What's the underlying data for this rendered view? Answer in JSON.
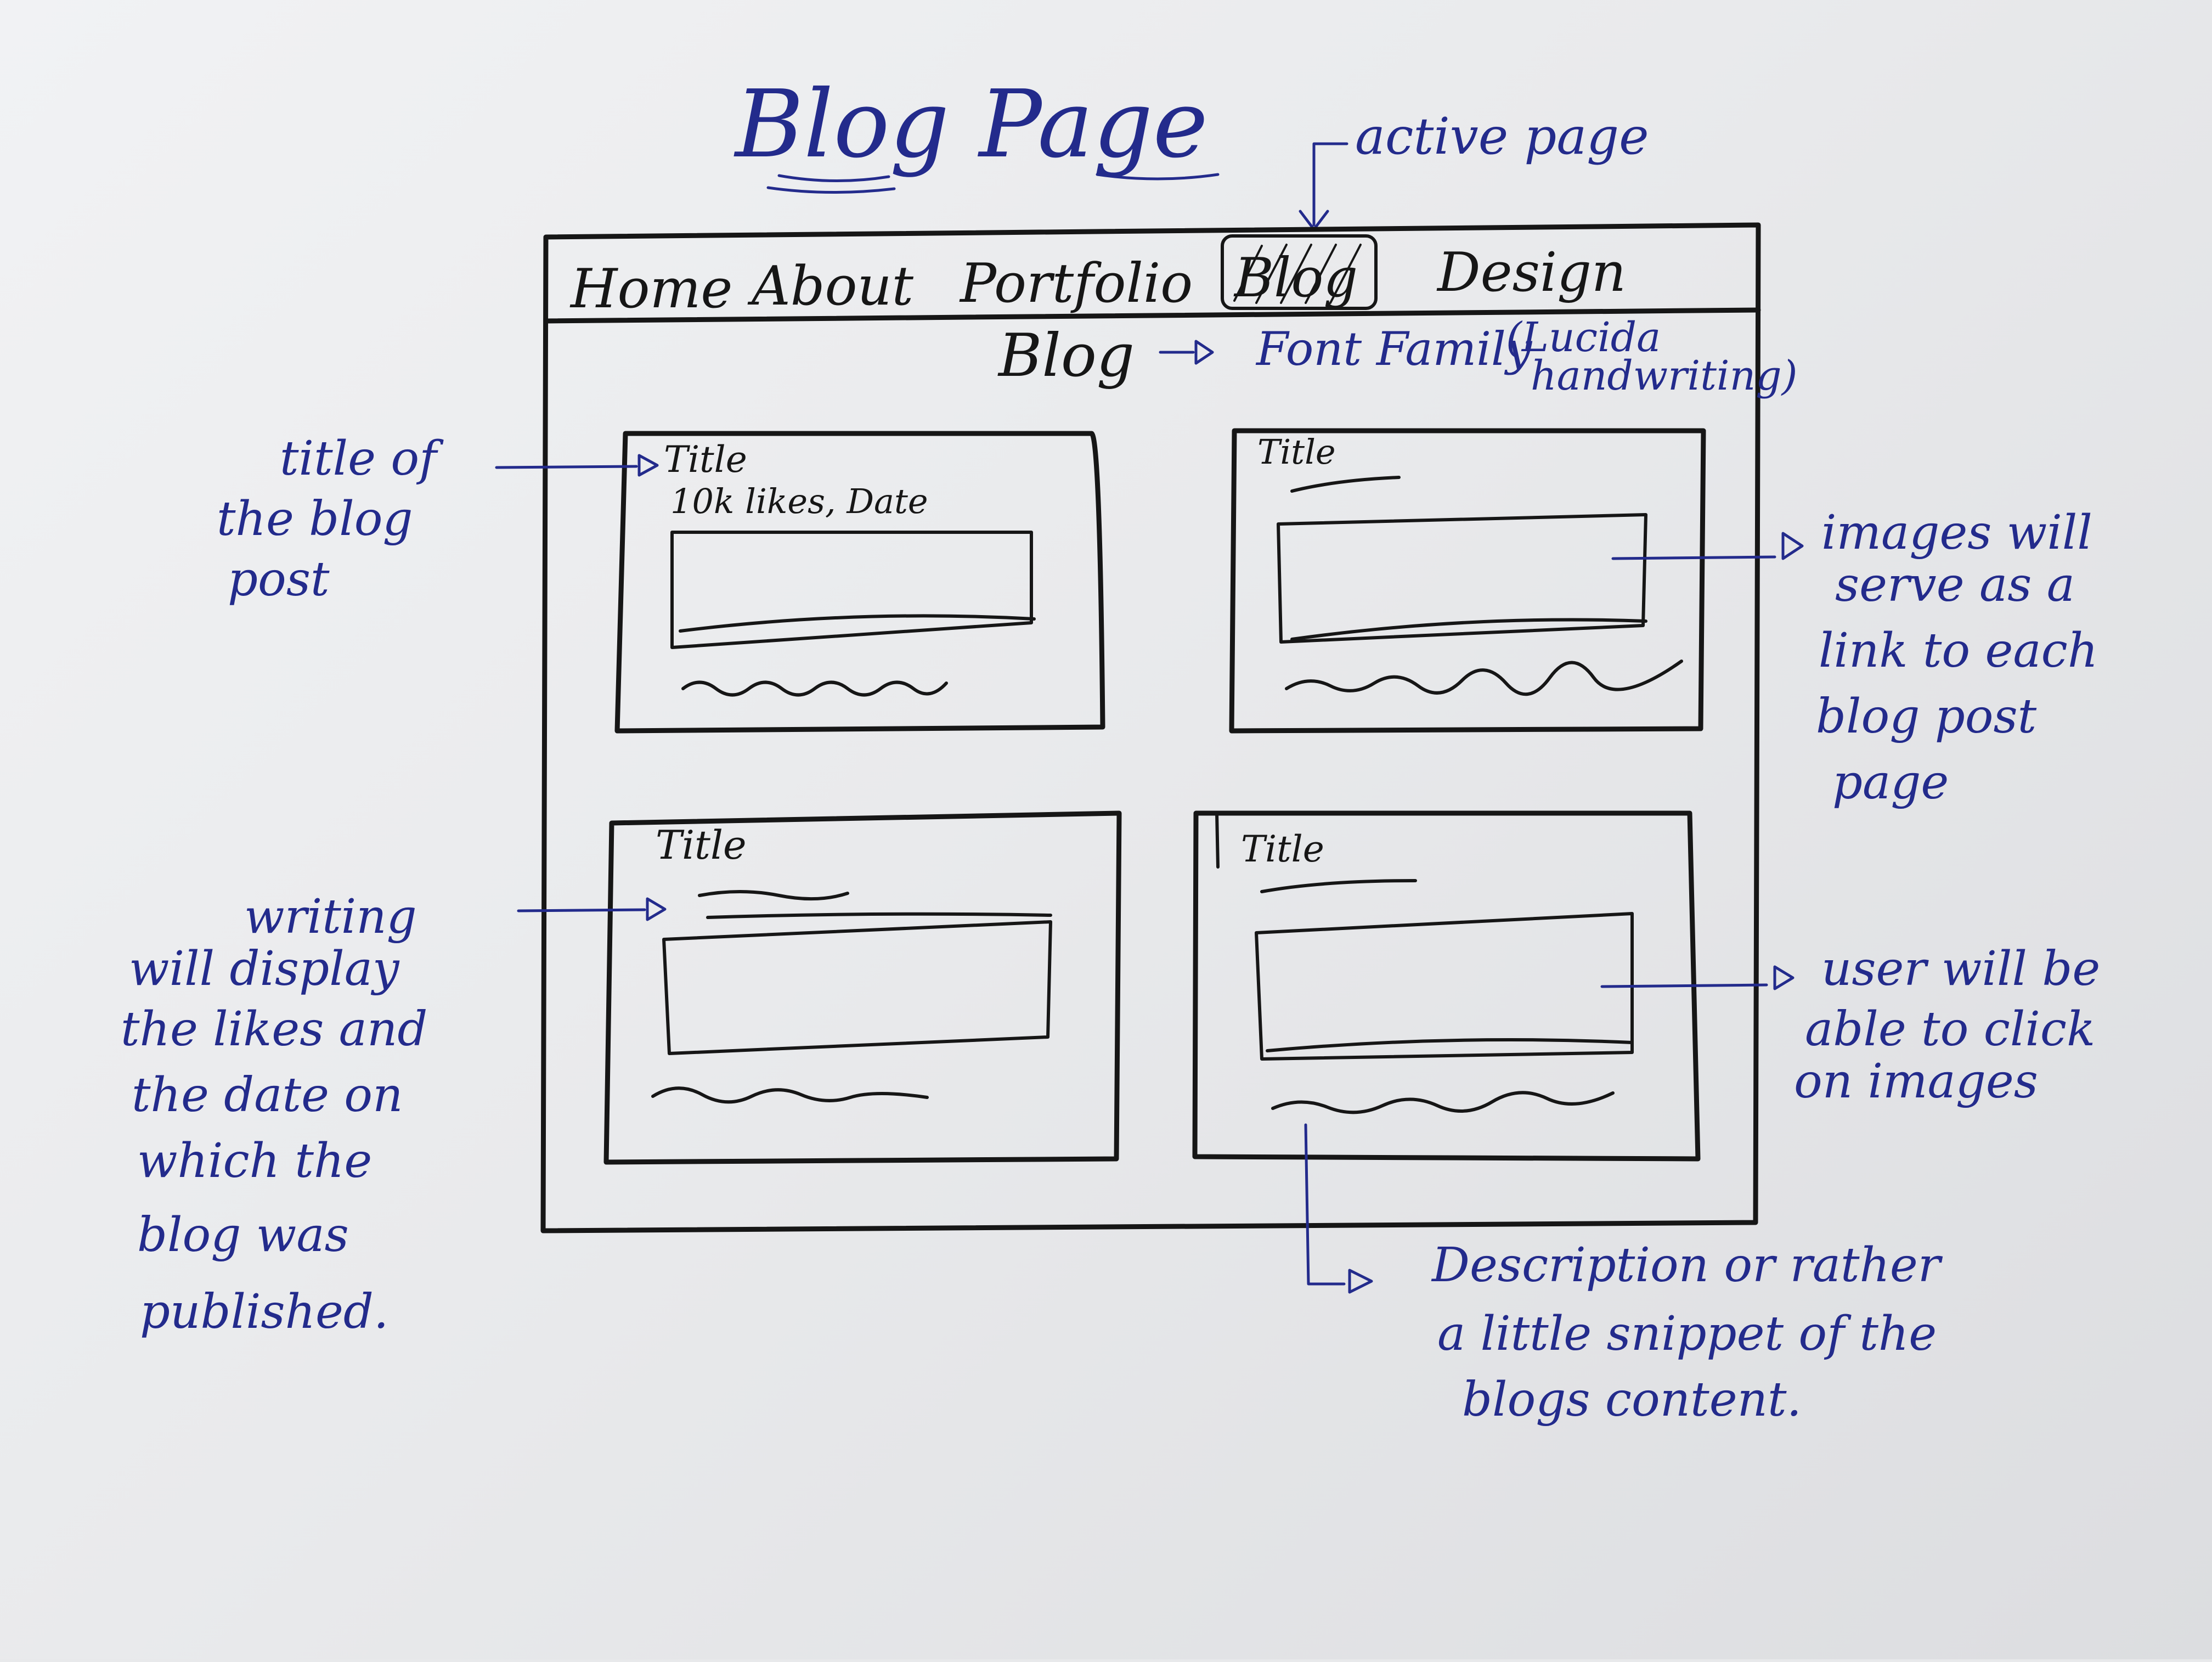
{
  "page_title": "Blog Page",
  "nav": {
    "items": [
      "Home",
      "About",
      "Portfolio",
      "Blog",
      "Design"
    ],
    "active_index": 3
  },
  "heading_note": {
    "blog": "Blog",
    "font_family": "Font Family",
    "font_name_line1": "(Lucida",
    "font_name_line2": "handwriting)"
  },
  "cards": [
    {
      "title": "Title",
      "meta": "10k likes, Date"
    },
    {
      "title": "Title"
    },
    {
      "title": "Title"
    },
    {
      "title": "Title"
    }
  ],
  "annotations": {
    "active_page": "active page",
    "title_of_post": [
      "title of",
      "the blog",
      "post"
    ],
    "images_link": [
      "images will",
      "serve as a",
      "link to each",
      "blog post",
      "page"
    ],
    "writing_display": [
      "writing",
      "will display",
      "the likes and",
      "the date on",
      "which the",
      "blog was",
      "published."
    ],
    "user_click": [
      "user will be",
      "able to click",
      "on images"
    ],
    "description": [
      "Description or rather",
      "a little snippet of the",
      "blogs content."
    ]
  },
  "colors": {
    "ink_blue": "#232b8c",
    "pencil_black": "#161616",
    "paper": "#eeeff1"
  }
}
